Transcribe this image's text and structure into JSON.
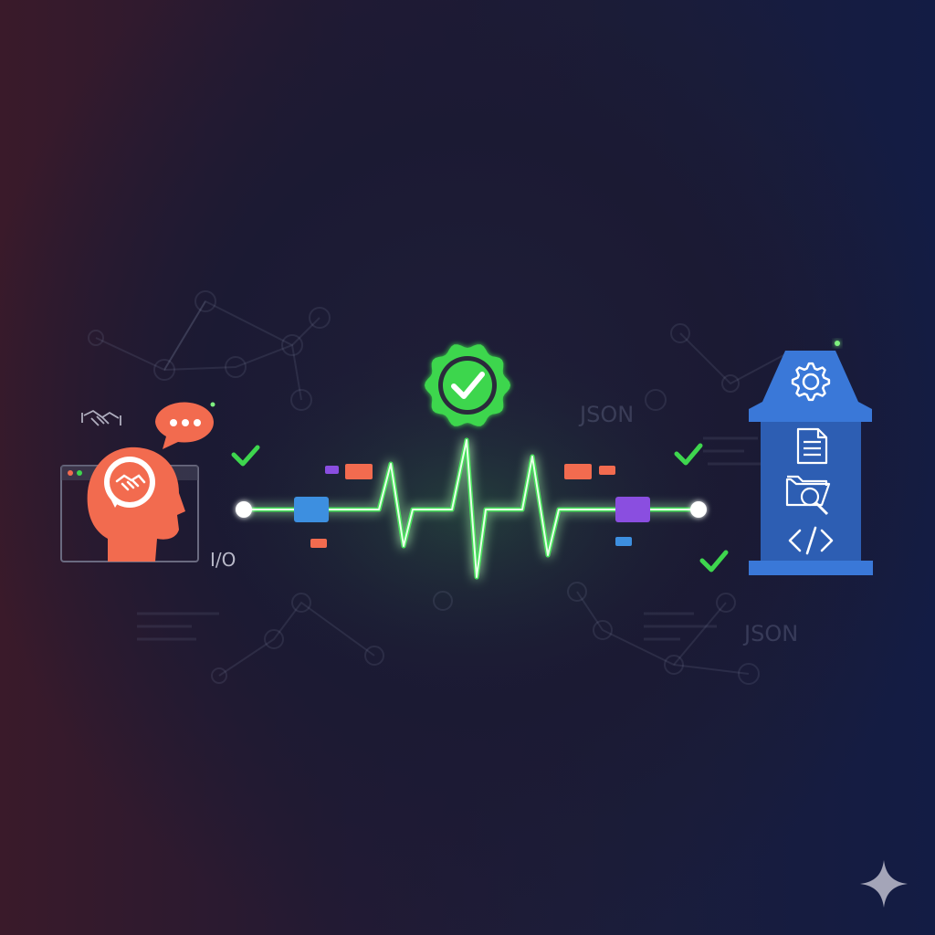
{
  "labels": {
    "io": "I/O",
    "json_top": "JSON",
    "json_bottom": "JSON"
  },
  "icons": {
    "left": [
      "handshake-icon",
      "speech-bubble-icon",
      "head-profile-icon",
      "browser-window-icon"
    ],
    "center": [
      "verified-badge-icon",
      "heartbeat-line-icon"
    ],
    "right": [
      "gear-icon",
      "document-icon",
      "folder-search-icon",
      "code-icon"
    ],
    "corner": "sparkle-icon"
  },
  "colors": {
    "pulse": "#45e05a",
    "check": "#3ed64e",
    "accent_orange": "#f26b4f",
    "packet_blue": "#3d8fe0",
    "packet_purple": "#8a4ee0",
    "server_blue": "#3a78d8"
  }
}
